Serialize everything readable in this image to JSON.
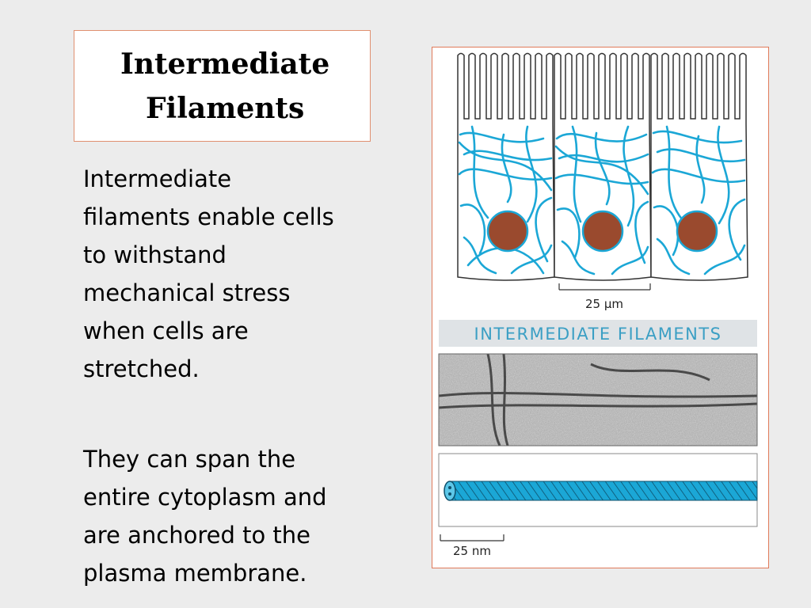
{
  "slide": {
    "title_line1": "Intermediate",
    "title_line2": "Filaments",
    "paragraph1": [
      "Intermediate",
      "filaments enable cells",
      "to withstand",
      "mechanical stress",
      "when cells are",
      "stretched."
    ],
    "paragraph2": [
      "They can span the",
      "entire cytoplasm and",
      "are anchored to the",
      "plasma membrane."
    ]
  },
  "figure": {
    "scale_top": "25 µm",
    "banner": "INTERMEDIATE FILAMENTS",
    "scale_bottom": "25 nm"
  },
  "colors": {
    "filament": "#1ba7d6",
    "nucleus": "#9a4a2e",
    "banner_bg": "#dfe3e6",
    "banner_text": "#3b9fc4"
  }
}
